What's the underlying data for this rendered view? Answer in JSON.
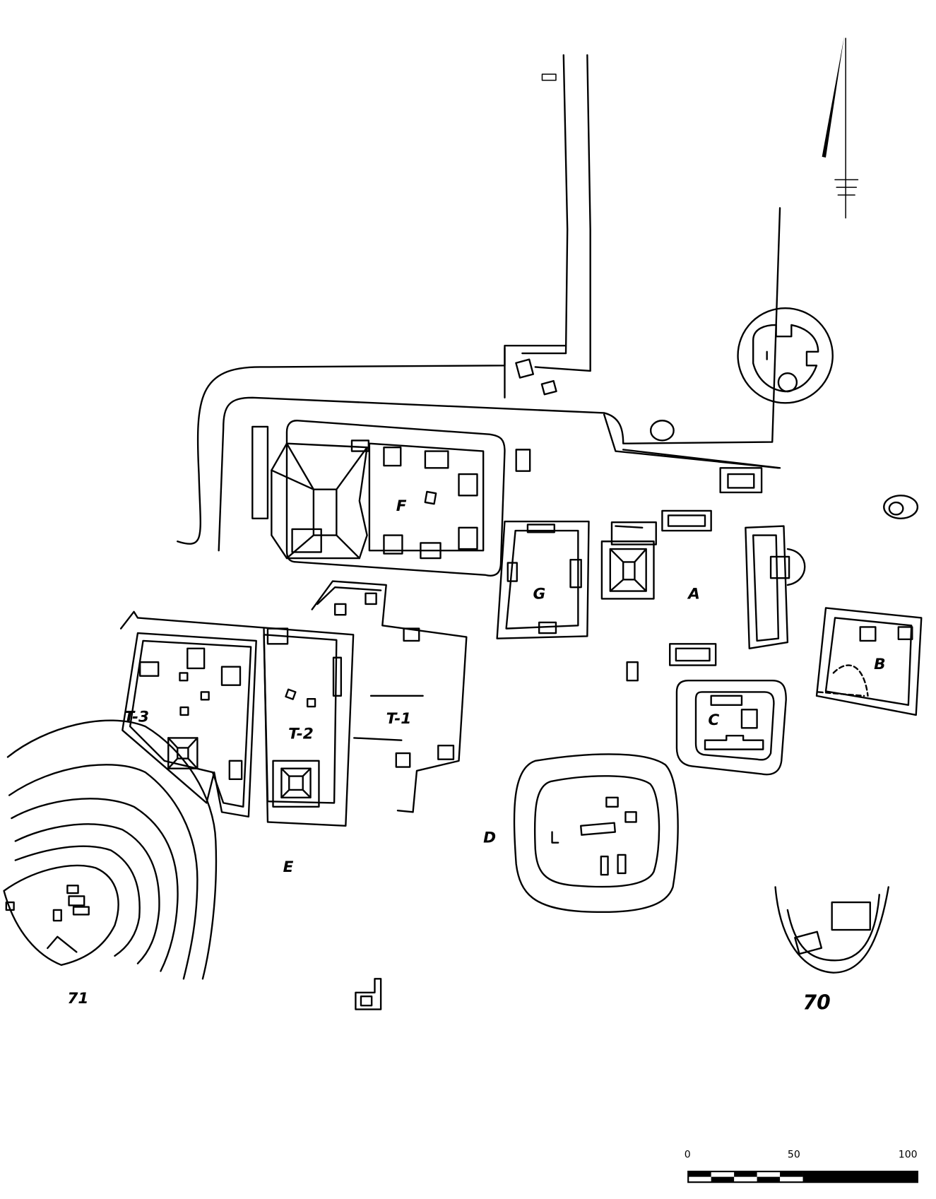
{
  "map": {
    "labels": {
      "F": "F",
      "G": "G",
      "A": "A",
      "B": "B",
      "C": "C",
      "D": "D",
      "E": "E",
      "T1": "T-1",
      "T2": "T-2",
      "T3": "T-3",
      "site71": "71",
      "site70": "70"
    },
    "scale_bar": {
      "ticks": [
        "0",
        "50",
        "100"
      ]
    },
    "north_arrow": "north-arrow"
  }
}
